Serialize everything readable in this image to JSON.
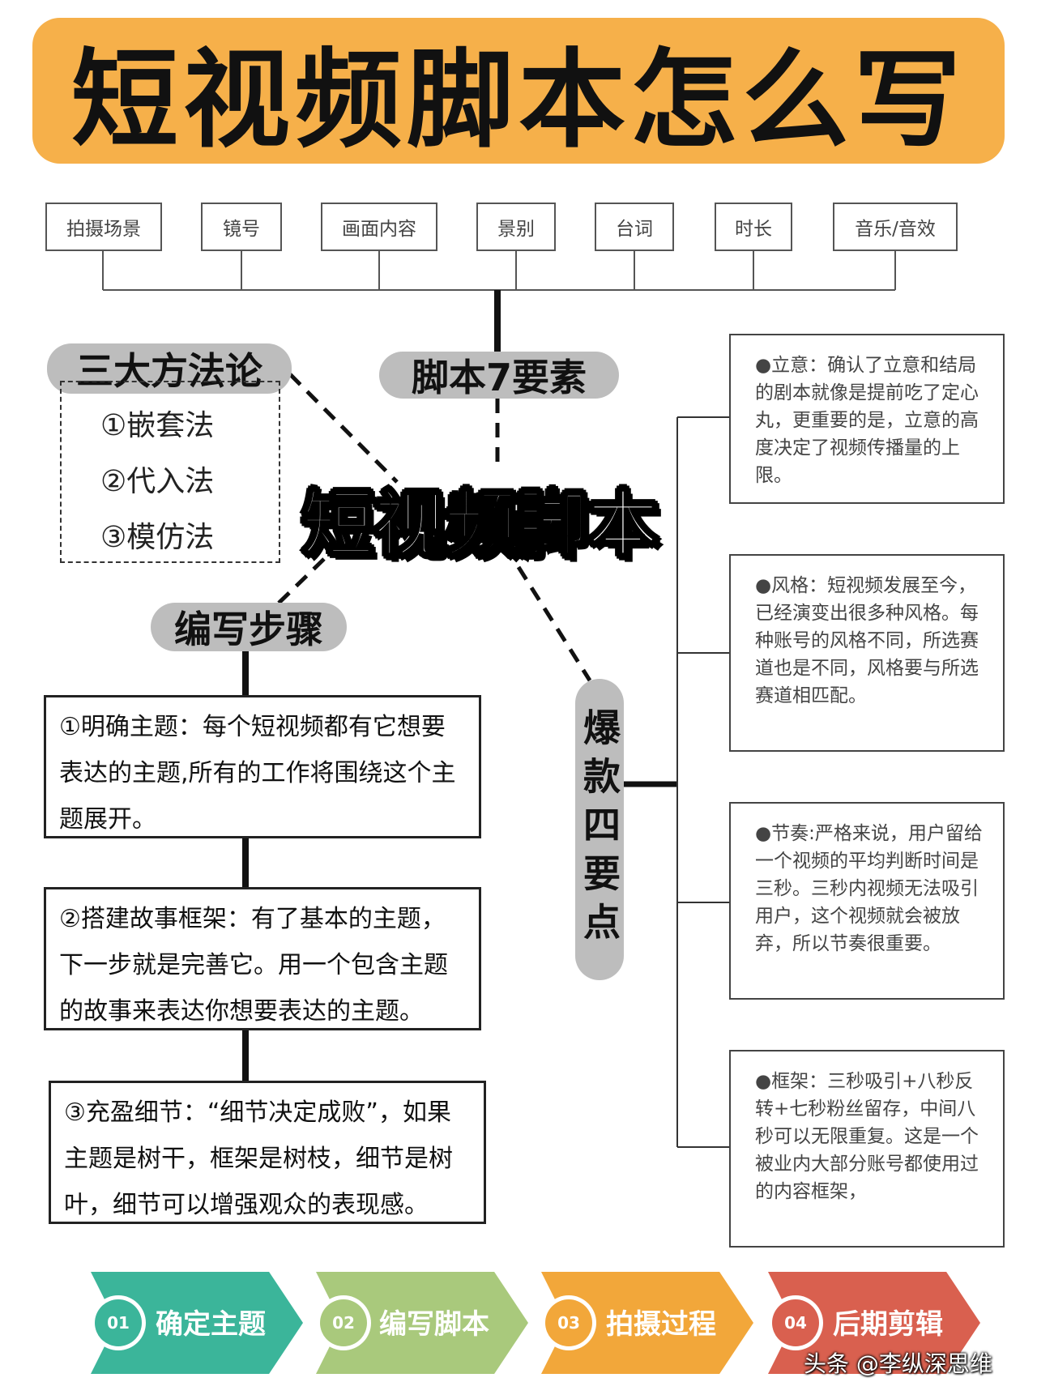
{
  "title": "短视频脚本怎么写",
  "elements": [
    "拍摄场景",
    "镜号",
    "画面内容",
    "景别",
    "台词",
    "时长",
    "音乐/音效"
  ],
  "labels": {
    "script_elements": "脚本7要素",
    "methods_title": "三大方法论",
    "steps_title": "编写步骤",
    "center": "短视频脚本",
    "viral": "爆款四要点"
  },
  "methods": [
    "①嵌套法",
    "②代入法",
    "③模仿法"
  ],
  "steps": [
    "①明确主题：每个短视频都有它想要表达的主题,所有的工作将围绕这个主题展开。",
    "②搭建故事框架：有了基本的主题，下一步就是完善它。用一个包含主题的故事来表达你想要表达的主题。",
    "③充盈细节：“细节决定成败”，如果主题是树干，框架是树枝，细节是树叶，细节可以增强观众的表现感。"
  ],
  "viral_points": [
    "●立意：确认了立意和结局的剧本就像是提前吃了定心丸，更重要的是，立意的高度决定了视频传播量的上限。",
    "●风格：短视频发展至今，已经演变出很多种风格。每种账号的风格不同，所选赛道也是不同，风格要与所选赛道相匹配。",
    "●节奏:严格来说，用户留给一个视频的平均判断时间是三秒。三秒内视频无法吸引用户，这个视频就会被放弃，所以节奏很重要。",
    "●框架：三秒吸引+八秒反转+七秒粉丝留存，中间八秒可以无限重复。这是一个被业内大部分账号都使用过的内容框架，"
  ],
  "process": [
    {
      "num": "01",
      "label": "确定主题",
      "color": "#3bb59a"
    },
    {
      "num": "02",
      "label": "编写脚本",
      "color": "#a9c97c"
    },
    {
      "num": "03",
      "label": "拍摄过程",
      "color": "#f2a73a"
    },
    {
      "num": "04",
      "label": "后期剪辑",
      "color": "#d9604f"
    }
  ],
  "watermark": "头条 @李纵深思维"
}
